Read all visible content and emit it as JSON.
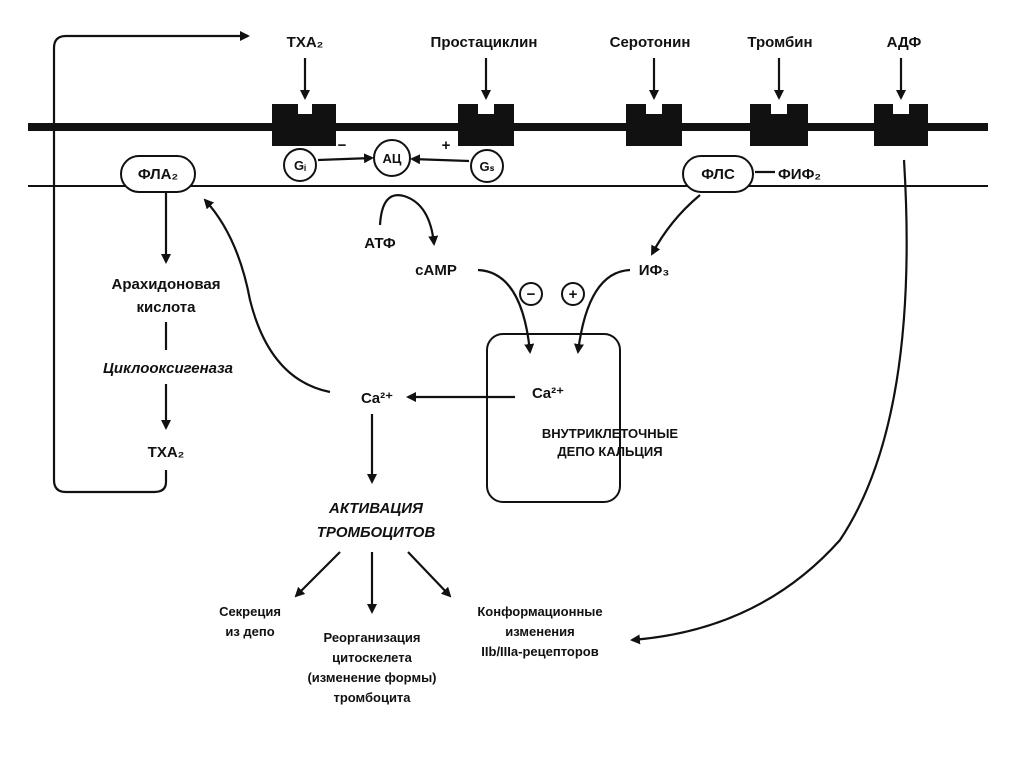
{
  "receptors": {
    "txa2": "ТХА₂",
    "prostacyclin": "Простациклин",
    "serotonin": "Серотонин",
    "thrombin": "Тромбин",
    "adp": "АДФ"
  },
  "membrane": {
    "gi": "Gᵢ",
    "ac": "АЦ",
    "gs": "Gₛ",
    "minus": "−",
    "plus": "+",
    "fla2": "ФЛА₂",
    "fls": "ФЛС",
    "fif2": "ФИФ₂"
  },
  "pathway": {
    "atf": "АТФ",
    "camp": "cAMP",
    "if3": "ИФ₃",
    "arachidonic_line1": "Арахидоновая",
    "arachidonic_line2": "кислота",
    "cyclooxygenase": "Циклооксигеназа",
    "txa2_product": "ТХА₂",
    "ca_cytosol": "Ca²⁺",
    "ca_store": "Ca²⁺",
    "store_line1": "ВНУТРИКЛЕТОЧНЫЕ",
    "store_line2": "ДЕПО КАЛЬЦИЯ",
    "inhibit_sign": "−",
    "activate_sign": "+"
  },
  "activation": {
    "line1": "АКТИВАЦИЯ",
    "line2": "ТРОМБОЦИТОВ"
  },
  "outcomes": {
    "secretion_line1": "Секреция",
    "secretion_line2": "из депо",
    "reorg_line1": "Реорганизация",
    "reorg_line2": "цитоскелета",
    "reorg_line3": "(изменение формы)",
    "reorg_line4": "тромбоцита",
    "conform_line1": "Конформационные",
    "conform_line2": "изменения",
    "conform_line3": "IIb/IIIa-рецепторов"
  }
}
